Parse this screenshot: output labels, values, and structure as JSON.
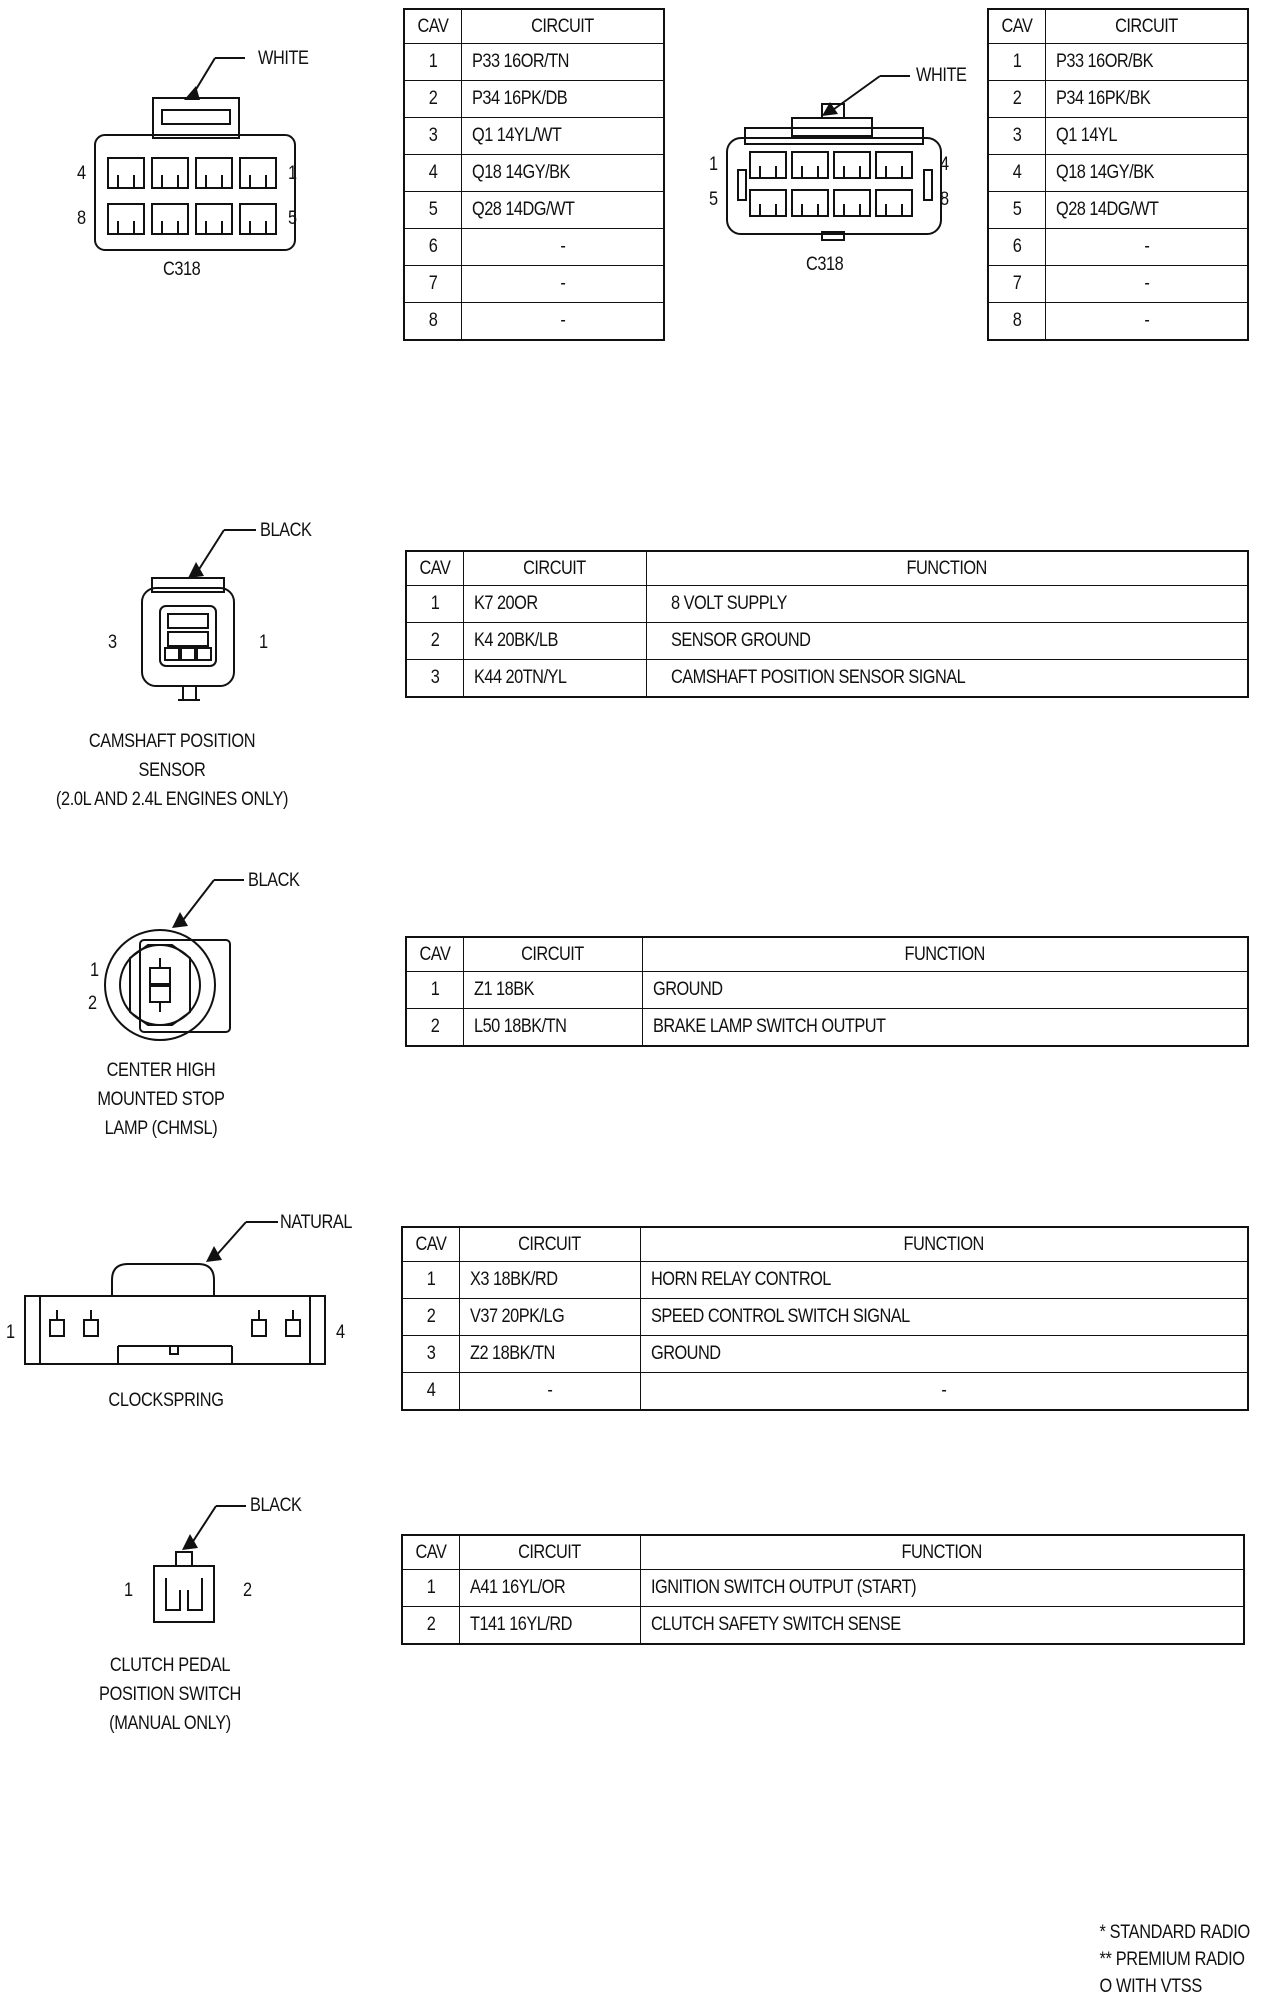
{
  "connectors": {
    "c318_a": {
      "color_label": "WHITE",
      "name": "C318",
      "pins": {
        "p4": "4",
        "p1": "1",
        "p8": "8",
        "p5": "5"
      },
      "table": {
        "headers": [
          "CAV",
          "CIRCUIT"
        ],
        "rows": [
          [
            "1",
            "P33 16OR/TN"
          ],
          [
            "2",
            "P34 16PK/DB"
          ],
          [
            "3",
            "Q1 14YL/WT"
          ],
          [
            "4",
            "Q18 14GY/BK"
          ],
          [
            "5",
            "Q28 14DG/WT"
          ],
          [
            "6",
            "-"
          ],
          [
            "7",
            "-"
          ],
          [
            "8",
            "-"
          ]
        ]
      }
    },
    "c318_b": {
      "color_label": "WHITE",
      "name": "C318",
      "pins": {
        "p1": "1",
        "p4": "4",
        "p5": "5",
        "p8": "8"
      },
      "table": {
        "headers": [
          "CAV",
          "CIRCUIT"
        ],
        "rows": [
          [
            "1",
            "P33 16OR/BK"
          ],
          [
            "2",
            "P34 16PK/BK"
          ],
          [
            "3",
            "Q1 14YL"
          ],
          [
            "4",
            "Q18 14GY/BK"
          ],
          [
            "5",
            "Q28 14DG/WT"
          ],
          [
            "6",
            "-"
          ],
          [
            "7",
            "-"
          ],
          [
            "8",
            "-"
          ]
        ]
      }
    },
    "camshaft": {
      "color_label": "BLACK",
      "caption": [
        "CAMSHAFT POSITION",
        "SENSOR",
        "(2.0L AND 2.4L ENGINES ONLY)"
      ],
      "pins": {
        "p3": "3",
        "p1": "1"
      },
      "table": {
        "headers": [
          "CAV",
          "CIRCUIT",
          "FUNCTION"
        ],
        "rows": [
          [
            "1",
            "K7 20OR",
            "8 VOLT SUPPLY"
          ],
          [
            "2",
            "K4 20BK/LB",
            "SENSOR GROUND"
          ],
          [
            "3",
            "K44 20TN/YL",
            "CAMSHAFT POSITION SENSOR SIGNAL"
          ]
        ]
      }
    },
    "chmsl": {
      "color_label": "BLACK",
      "caption": [
        "CENTER HIGH",
        "MOUNTED STOP",
        "LAMP (CHMSL)"
      ],
      "pins": {
        "p1": "1",
        "p2": "2"
      },
      "table": {
        "headers": [
          "CAV",
          "CIRCUIT",
          "FUNCTION"
        ],
        "rows": [
          [
            "1",
            "Z1 18BK",
            "GROUND"
          ],
          [
            "2",
            "L50 18BK/TN",
            "BRAKE LAMP SWITCH OUTPUT"
          ]
        ]
      }
    },
    "clockspring": {
      "color_label": "NATURAL",
      "caption": [
        "CLOCKSPRING"
      ],
      "pins": {
        "p1": "1",
        "p4": "4"
      },
      "table": {
        "headers": [
          "CAV",
          "CIRCUIT",
          "FUNCTION"
        ],
        "rows": [
          [
            "1",
            "X3 18BK/RD",
            "HORN RELAY CONTROL"
          ],
          [
            "2",
            "V37 20PK/LG",
            "SPEED CONTROL SWITCH SIGNAL"
          ],
          [
            "3",
            "Z2 18BK/TN",
            "GROUND"
          ],
          [
            "4",
            "-",
            "-"
          ]
        ]
      }
    },
    "clutch": {
      "color_label": "BLACK",
      "caption": [
        "CLUTCH PEDAL",
        "POSITION SWITCH",
        "(MANUAL ONLY)"
      ],
      "pins": {
        "p1": "1",
        "p2": "2"
      },
      "table": {
        "headers": [
          "CAV",
          "CIRCUIT",
          "FUNCTION"
        ],
        "rows": [
          [
            "1",
            "A41 16YL/OR",
            "IGNITION SWITCH OUTPUT (START)"
          ],
          [
            "2",
            "T141 16YL/RD",
            "CLUTCH SAFETY SWITCH SENSE"
          ]
        ]
      }
    }
  },
  "legend": [
    "* STANDARD RADIO",
    "** PREMIUM RADIO",
    "O WITH VTSS"
  ]
}
